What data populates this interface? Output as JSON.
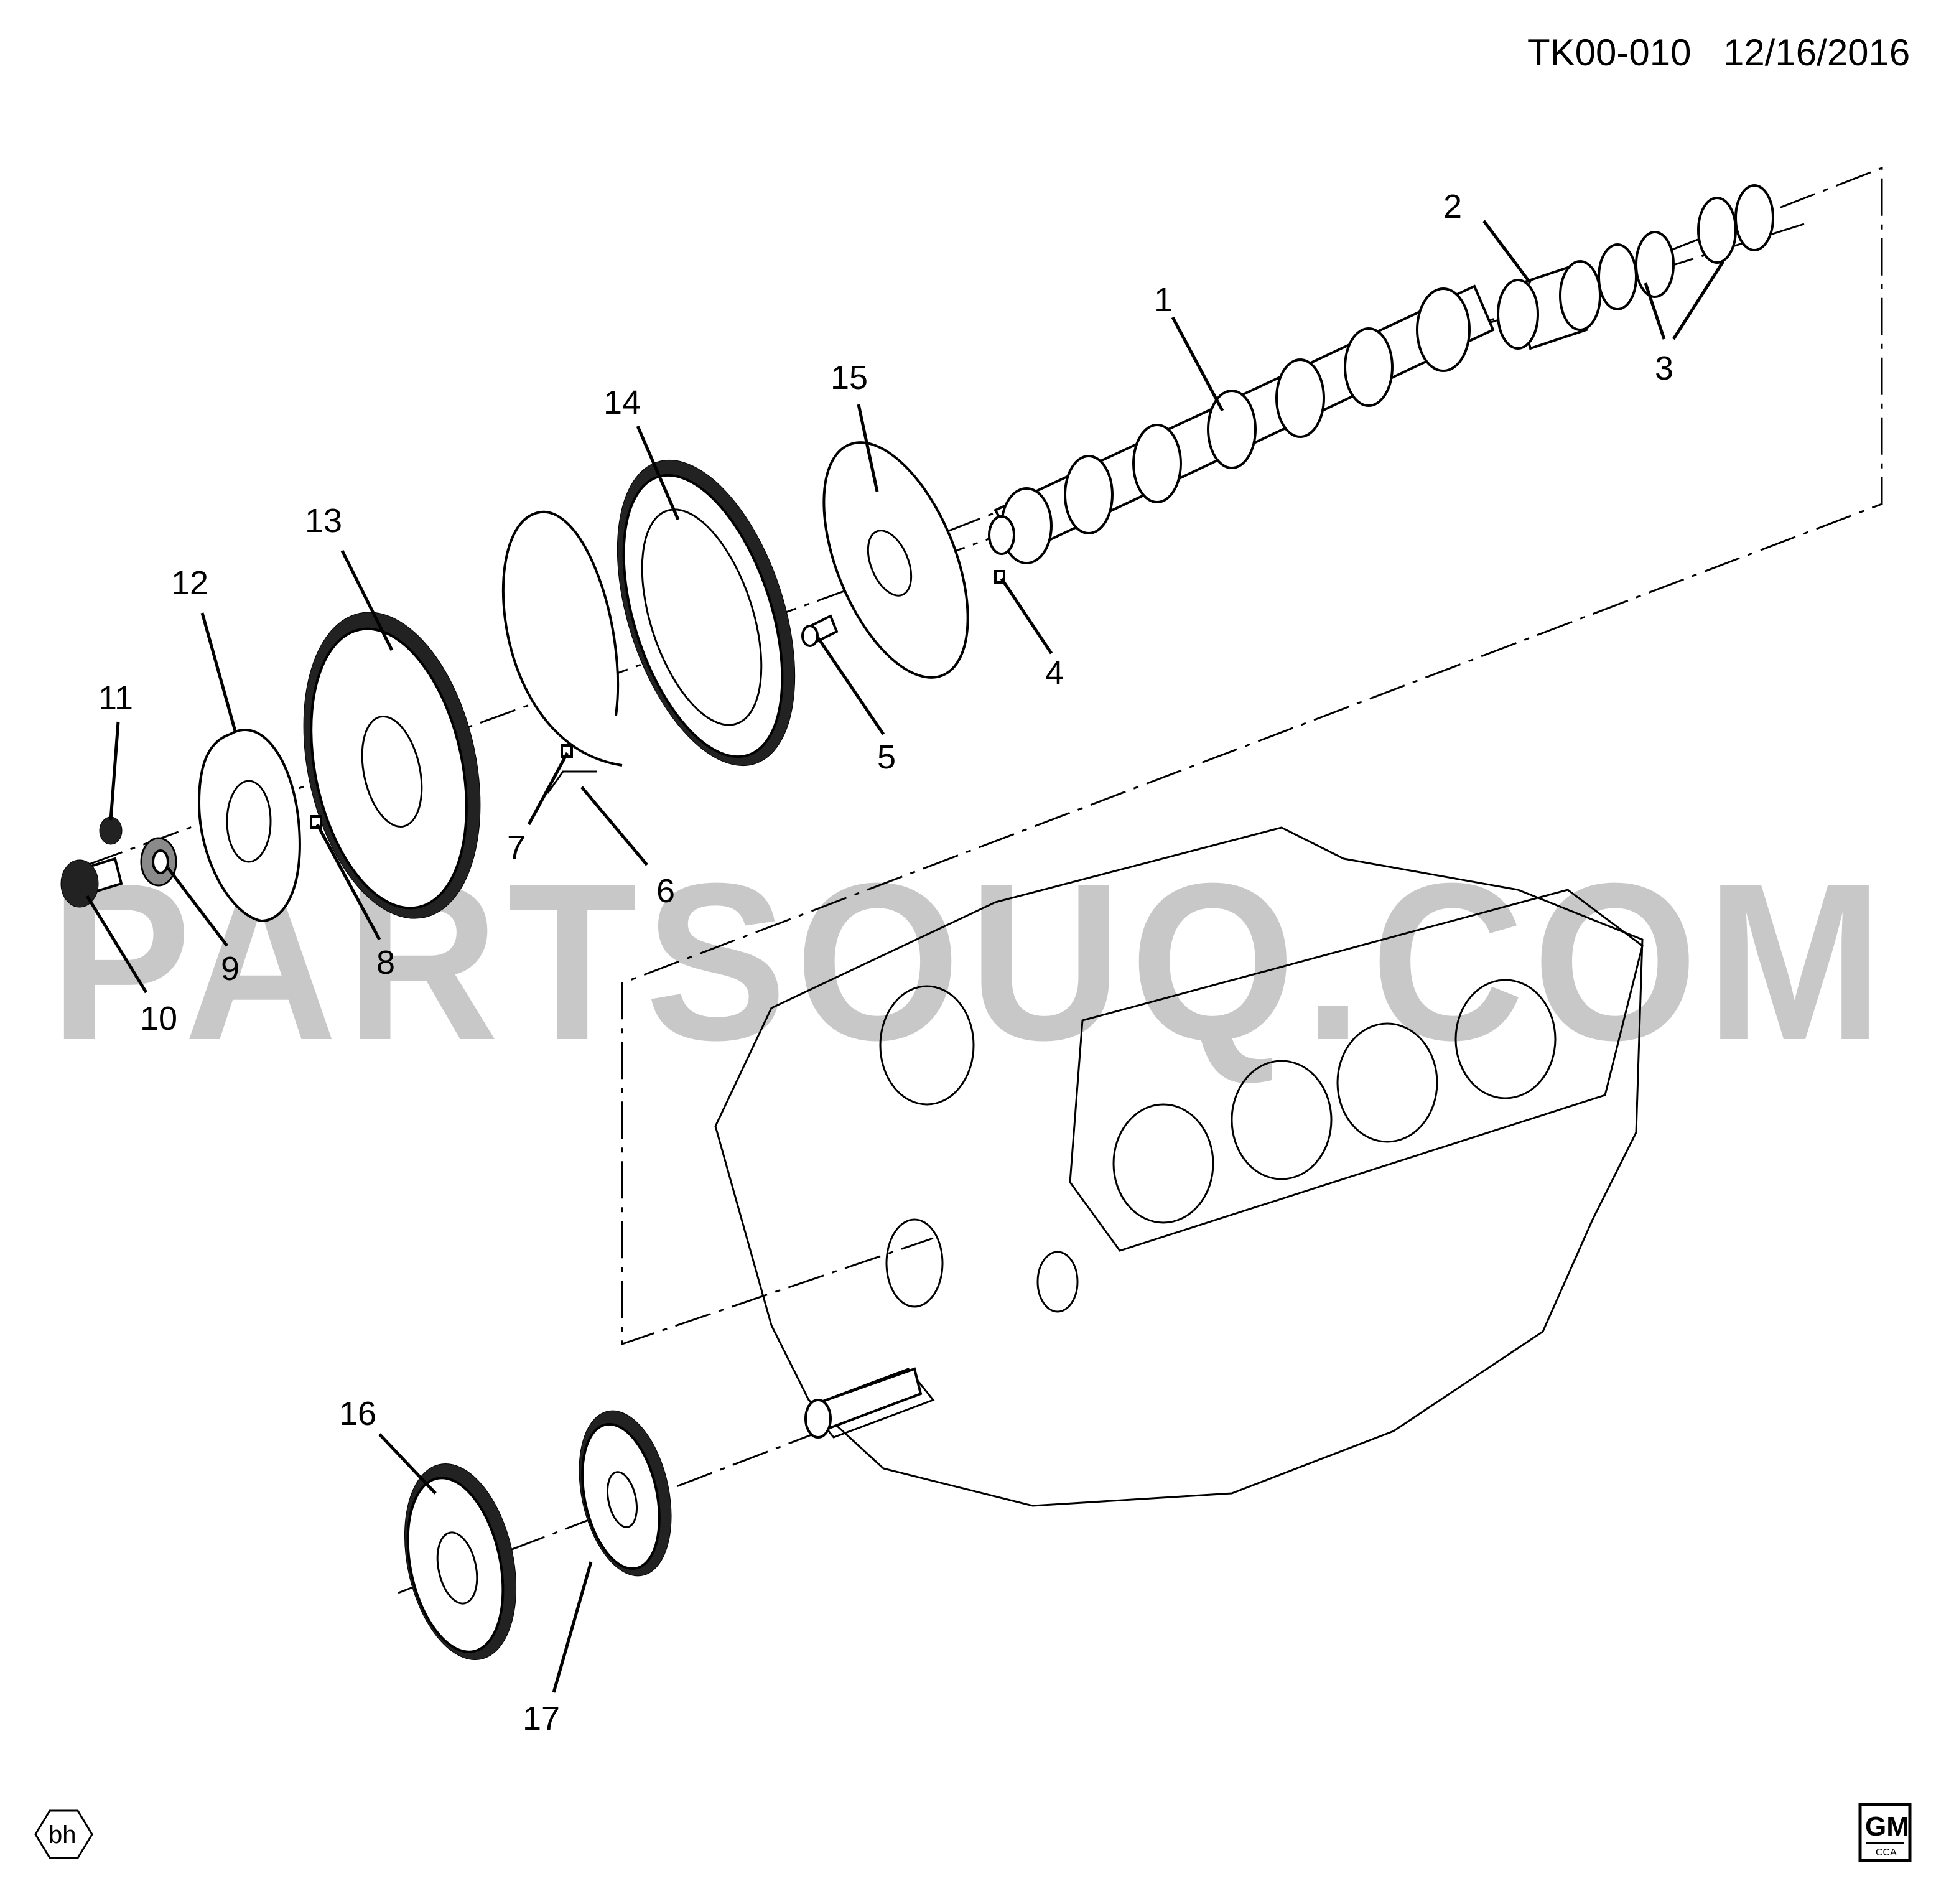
{
  "header": {
    "code": "TK00-010",
    "date": "12/16/2016"
  },
  "watermark": "PARTSOUQ.COM",
  "callouts": [
    "1",
    "2",
    "3",
    "4",
    "5",
    "6",
    "7",
    "8",
    "9",
    "10",
    "11",
    "12",
    "13",
    "14",
    "15",
    "16",
    "17"
  ],
  "footer": {
    "left_badge": "bh",
    "right_logo": "GM",
    "right_logo_sub": "CCA"
  }
}
